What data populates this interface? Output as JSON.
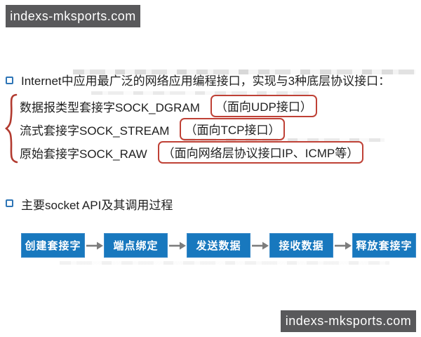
{
  "watermark_top": {
    "text": "indexs-mksports.com"
  },
  "watermark_bottom": {
    "text": "indexs-mksports.com"
  },
  "bullet1": {
    "text": "Internet中应用最广泛的网络应用编程接口，实现与3种底层协议接口："
  },
  "socket_types": [
    {
      "label": "数据报类型套接字SOCK_DGRAM",
      "note": "（面向UDP接口）"
    },
    {
      "label": "流式套接字SOCK_STREAM",
      "note": "（面向TCP接口）"
    },
    {
      "label": "原始套接字SOCK_RAW",
      "note": "（面向网络层协议接口IP、ICMP等）"
    }
  ],
  "bullet2": {
    "text": "主要socket API及其调用过程"
  },
  "flow": {
    "steps": [
      "创建套接字",
      "端点绑定",
      "发送数据",
      "接收数据",
      "释放套接字"
    ]
  },
  "icons": {
    "bullet": "hollow-square",
    "flow_connector": "right-arrow",
    "annotation": "hand-drawn-curly-brace"
  },
  "colors": {
    "badge_bg": "#59595b",
    "badge_text": "#ffffff",
    "bullet_blue": "#2e75b6",
    "body_text": "#1f1f1f",
    "annotation_red": "#bf4136",
    "flow_box_blue": "#1878be",
    "flow_box_text": "#ffffff",
    "arrow_gray": "#7d7d7d",
    "background": "#ffffff"
  }
}
